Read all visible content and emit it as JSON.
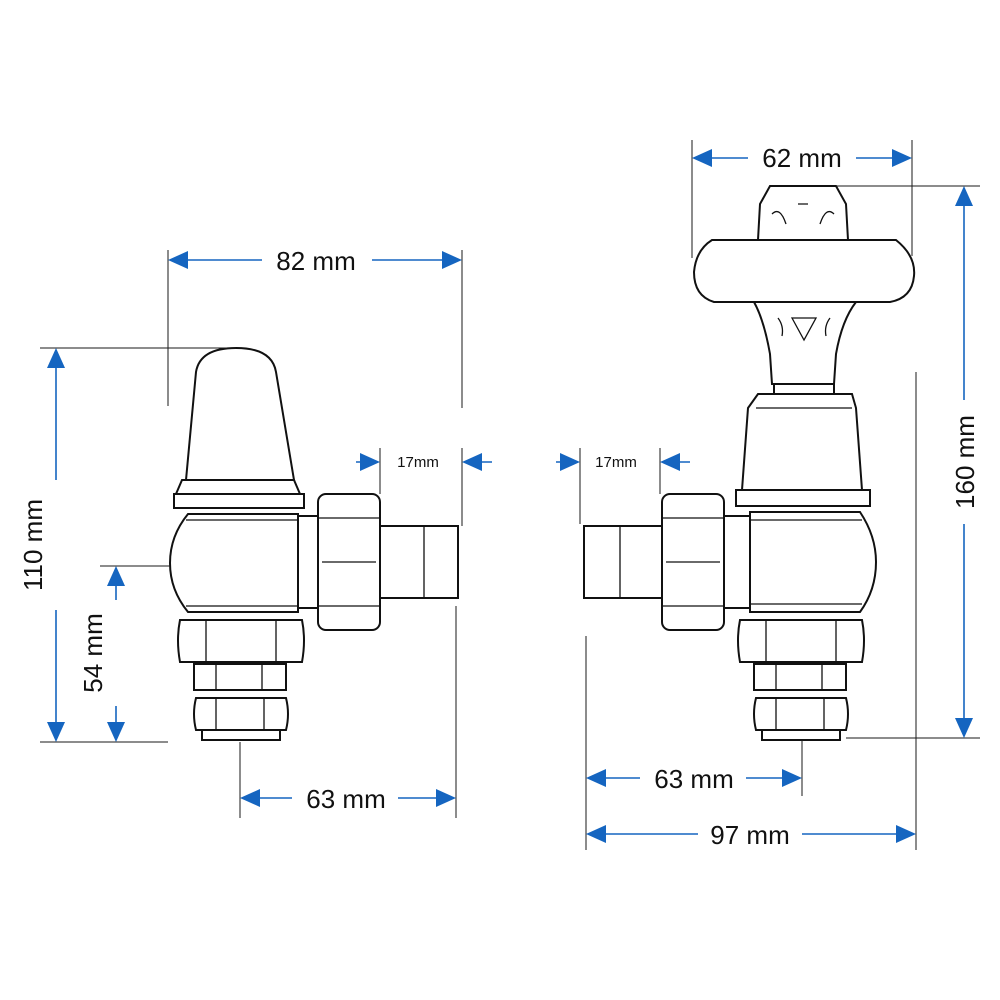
{
  "colors": {
    "dimension": "#1565c0",
    "outline": "#111111",
    "background": "#ffffff"
  },
  "left_valve": {
    "name": "angled-valve-with-cap",
    "dims": {
      "width_top": "82 mm",
      "height_total": "110 mm",
      "height_inlet": "54 mm",
      "tail_length": "17mm",
      "width_bottom": "63 mm"
    }
  },
  "right_valve": {
    "name": "angled-valve-with-wheel-head",
    "dims": {
      "head_width": "62 mm",
      "height_total": "160 mm",
      "tail_length": "17mm",
      "width_inner": "63 mm",
      "width_total": "97 mm"
    }
  }
}
